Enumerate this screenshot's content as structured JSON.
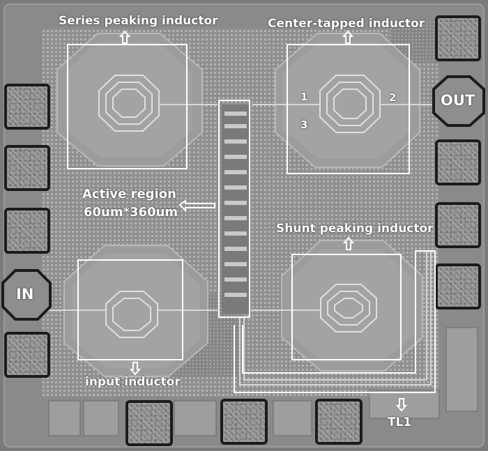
{
  "image": {
    "description_colors": {
      "background": "#7d7d7d",
      "label": "#ffffff",
      "pad_border": "#1b1b1b"
    }
  },
  "labels": {
    "series_peaking": "Series peaking inductor",
    "center_tapped": "Center-tapped inductor",
    "active_region_title": "Active region",
    "active_region_size": "60um*360um",
    "shunt_peaking": "Shunt peaking inductor",
    "input_inductor": "input inductor",
    "tl1": "TL1",
    "port_in": "IN",
    "port_out": "OUT",
    "tap_1": "1",
    "tap_2": "2",
    "tap_3": "3"
  }
}
